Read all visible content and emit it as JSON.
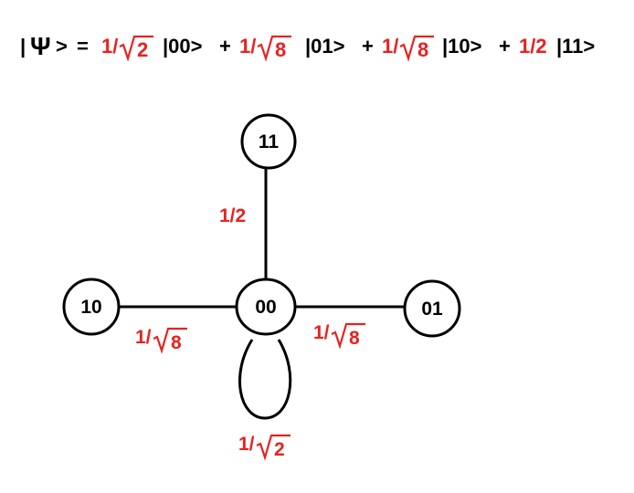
{
  "equation": {
    "psi_symbol": "Ψ",
    "bra": "|",
    "ket_close": ">",
    "equals": "=",
    "plus": "+",
    "terms": [
      {
        "num": "1/",
        "radicand": "2",
        "ket": "|00>"
      },
      {
        "num": "1/",
        "radicand": "8",
        "ket": "|01>"
      },
      {
        "num": "1/",
        "radicand": "8",
        "ket": "|10>"
      },
      {
        "num": "1/2",
        "radicand": "",
        "ket": "|11>"
      }
    ]
  },
  "graph": {
    "nodes": {
      "n00": "00",
      "n01": "01",
      "n10": "10",
      "n11": "11"
    },
    "edges": {
      "to11": {
        "num": "1/2",
        "radicand": ""
      },
      "to10": {
        "num": "1/",
        "radicand": "8"
      },
      "to01": {
        "num": "1/",
        "radicand": "8"
      },
      "loop00": {
        "num": "1/",
        "radicand": "2"
      }
    }
  },
  "colors": {
    "amplitude": "#e8221f",
    "text": "#000000",
    "background": "#ffffff"
  }
}
